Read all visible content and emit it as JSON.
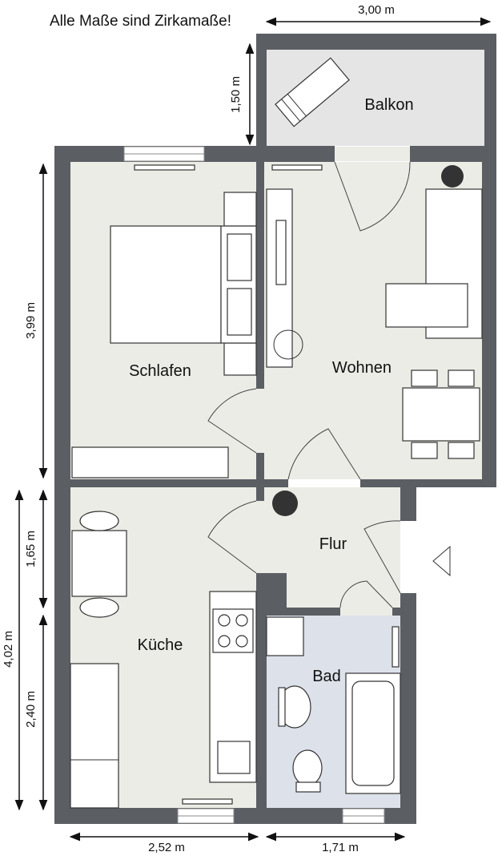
{
  "note": "Alle Maße sind Zirkamaße!",
  "rooms": {
    "balkon": "Balkon",
    "schlafen": "Schlafen",
    "wohnen": "Wohnen",
    "flur": "Flur",
    "kueche": "Küche",
    "bad": "Bad"
  },
  "dimensions": {
    "balkon_width": "3,00 m",
    "balkon_depth": "1,50 m",
    "schlafen_depth": "3,99 m",
    "total_lower": "4,02 m",
    "flur_depth": "1,65 m",
    "kueche_depth": "2,40 m",
    "kueche_width": "2,52 m",
    "bad_width": "1,71 m"
  },
  "colors": {
    "wall": "#5b5e63",
    "floor": "#ecece6",
    "balcony": "#e5e5e5",
    "bath": "#dde2ea"
  }
}
